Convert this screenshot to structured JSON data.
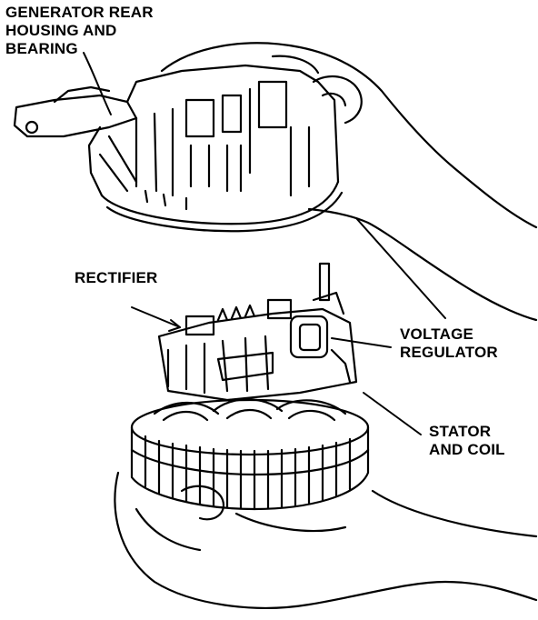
{
  "labels": {
    "housing_line1": "GENERATOR REAR",
    "housing_line2": "HOUSING AND",
    "housing_line3": "BEARING",
    "rectifier": "RECTIFIER",
    "voltage_line1": "VOLTAGE",
    "voltage_line2": "REGULATOR",
    "stator_line1": "STATOR",
    "stator_line2": "AND COIL"
  },
  "colors": {
    "ink": "#000000",
    "paper": "#ffffff"
  }
}
